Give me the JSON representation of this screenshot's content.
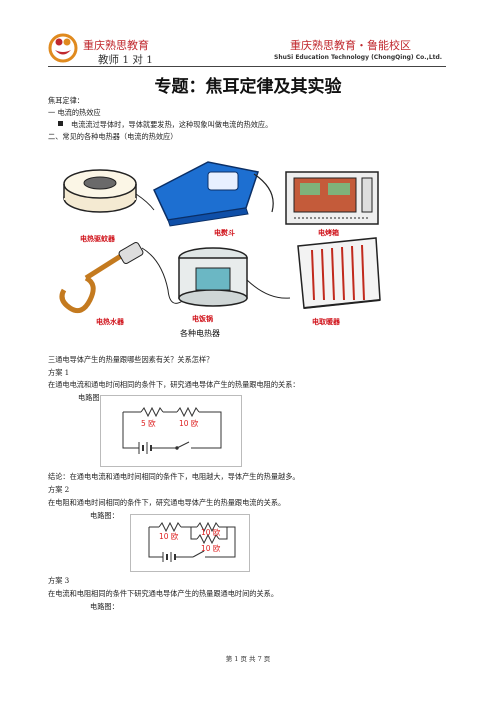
{
  "header": {
    "org_left": "重庆熟思教育",
    "tagline": "教师 1 对 1",
    "org_right": "重庆熟思教育・鲁能校区",
    "company_en": "ShuSi Education Technology (ChongQing) Co.,Ltd."
  },
  "title": "专题：焦耳定律及其实验",
  "body": {
    "line1": "焦耳定律：",
    "line2": "一  电流的热效应",
    "bullet": "电流流过导体时，导体就要发热，这种现象叫做电流的热效应。",
    "line4": "二、常见的各种电热器（电流的热效应）"
  },
  "heaters": {
    "caption": "各种电热器",
    "items": [
      "电热驱蚊器",
      "电熨斗",
      "电烤箱",
      "电热水器",
      "电饭锅",
      "电取暖器"
    ]
  },
  "q": {
    "question": "三通电导体产生的热量跟哪些因素有关？关系怎样？",
    "plan1_title": "方案 1",
    "plan1_desc": "在通电电流和通电时间相同的条件下，研究通电导体产生的热量跟电阻的关系：",
    "circuit_label": "电路图：",
    "plan1_r1": "5 欧",
    "plan1_r2": "10 欧",
    "conclusion": "结论：在通电电流和通电时间相同的条件下，电阻越大，导体产生的热量越多。",
    "plan2_title": "方案 2",
    "plan2_desc": "在电阻和通电时间相同的条件下，研究通电导体产生的热量跟电流的关系。",
    "plan2_r1": "10 欧",
    "plan2_r2": "10 欧",
    "plan2_r3": "10 欧",
    "plan3_title": "方案 3",
    "plan3_desc": "在电流和电阻相同的条件下研究通电导体产生的热量跟通电时间的关系。"
  },
  "footer": {
    "page": "第  1  页  共  7  页"
  },
  "colors": {
    "brand_red": "#c0282e",
    "label_red": "#d0121a"
  }
}
